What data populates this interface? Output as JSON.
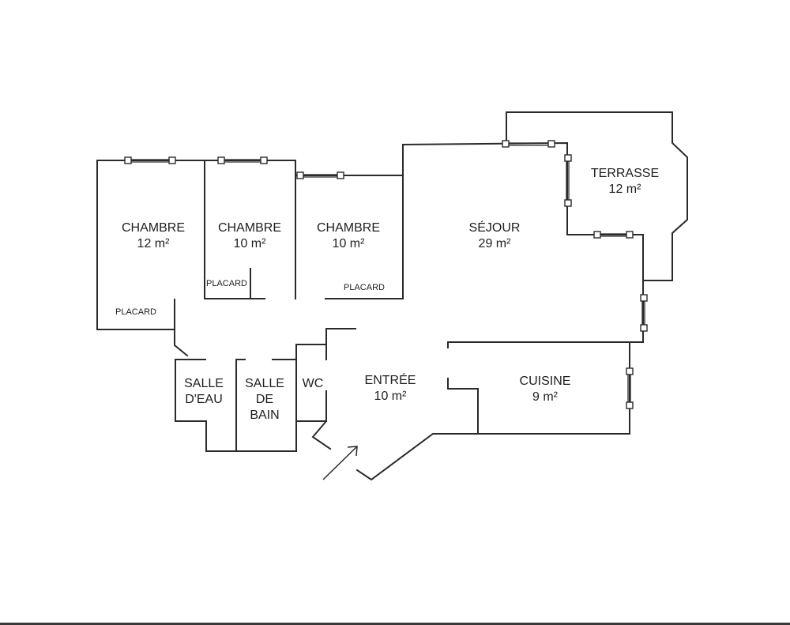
{
  "plan": {
    "rooms": [
      {
        "id": "chambre-1",
        "name": "CHAMBRE",
        "area": "12 m²"
      },
      {
        "id": "chambre-2",
        "name": "CHAMBRE",
        "area": "10 m²"
      },
      {
        "id": "chambre-3",
        "name": "CHAMBRE",
        "area": "10 m²"
      },
      {
        "id": "sejour",
        "name": "SÉJOUR",
        "area": "29 m²"
      },
      {
        "id": "terrasse",
        "name": "TERRASSE",
        "area": "12 m²"
      },
      {
        "id": "salle-eau",
        "name": "SALLE",
        "name2": "D'EAU"
      },
      {
        "id": "salle-bain",
        "name": "SALLE",
        "name2": "DE",
        "name3": "BAIN"
      },
      {
        "id": "wc",
        "name": "WC"
      },
      {
        "id": "entree",
        "name": "ENTRÉE",
        "area": "10 m²"
      },
      {
        "id": "cuisine",
        "name": "CUISINE",
        "area": "9 m²"
      }
    ],
    "closets": [
      {
        "id": "placard-1",
        "label": "PLACARD"
      },
      {
        "id": "placard-2",
        "label": "PLACARD"
      },
      {
        "id": "placard-3",
        "label": "PLACARD"
      }
    ],
    "entrance_arrow": "entry-arrow",
    "colors": {
      "wall": "#2a2a2a",
      "text": "#1e1e1e",
      "background": "#ffffff"
    }
  }
}
